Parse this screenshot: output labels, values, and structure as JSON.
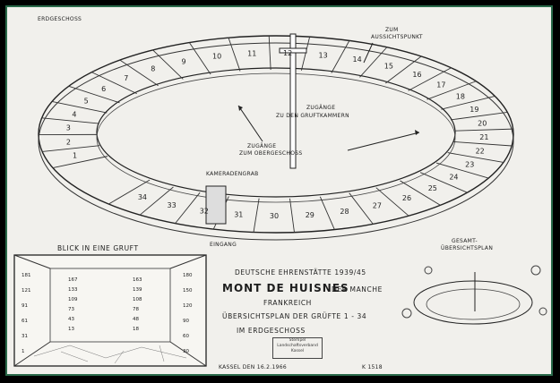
{
  "labels": {
    "floor": "ERDGESCHOSS",
    "lookout_1": "ZUM",
    "lookout_2": "AUSSICHTSPUNKT",
    "crypt_access_1": "ZUGÄNGE",
    "crypt_access_2": "ZU DEN GRUFTKAMMERN",
    "upper_access_1": "ZUGÄNGE",
    "upper_access_2": "ZUM OBERGESCHOSS",
    "comrade_grave": "KAMERADENGRAB",
    "entrance": "EINGANG",
    "crypt_view": "BLICK IN EINE GRUFT",
    "overview_1": "GESAMT-",
    "overview_2": "ÜBERSICHTSPLAN"
  },
  "title": {
    "line1": "DEUTSCHE EHRENSTÄTTE 1939/45",
    "line2_main": "MONT DE HUISNES",
    "line2_sub": "DER MANCHE",
    "line3": "FRANKREICH",
    "line4": "ÜBERSICHTSPLAN DER GRÜFTE 1 - 34",
    "line5": "IM ERDGESCHOSS",
    "date": "KASSEL DEN 16.2.1966",
    "code": "K 1518"
  },
  "crypt_numbers": [
    "1",
    "2",
    "3",
    "4",
    "5",
    "6",
    "7",
    "8",
    "9",
    "10",
    "11",
    "12",
    "13",
    "14",
    "15",
    "16",
    "17",
    "18",
    "19",
    "20",
    "21",
    "22",
    "23",
    "24",
    "25",
    "26",
    "27",
    "28",
    "29",
    "30",
    "31",
    "32",
    "33",
    "34"
  ],
  "crypt_view_left": [
    "181",
    "121",
    "91",
    "61",
    "31",
    "1"
  ],
  "crypt_view_mid_a": [
    "167",
    "133",
    "109",
    "73",
    "43",
    "13"
  ],
  "crypt_view_mid_b": [
    "163",
    "139",
    "108",
    "78",
    "48",
    "18"
  ],
  "crypt_view_right": [
    "180",
    "150",
    "120",
    "90",
    "60",
    "30"
  ],
  "stamp": [
    "Stempel",
    "Landschaftsverband",
    "Kassel"
  ]
}
